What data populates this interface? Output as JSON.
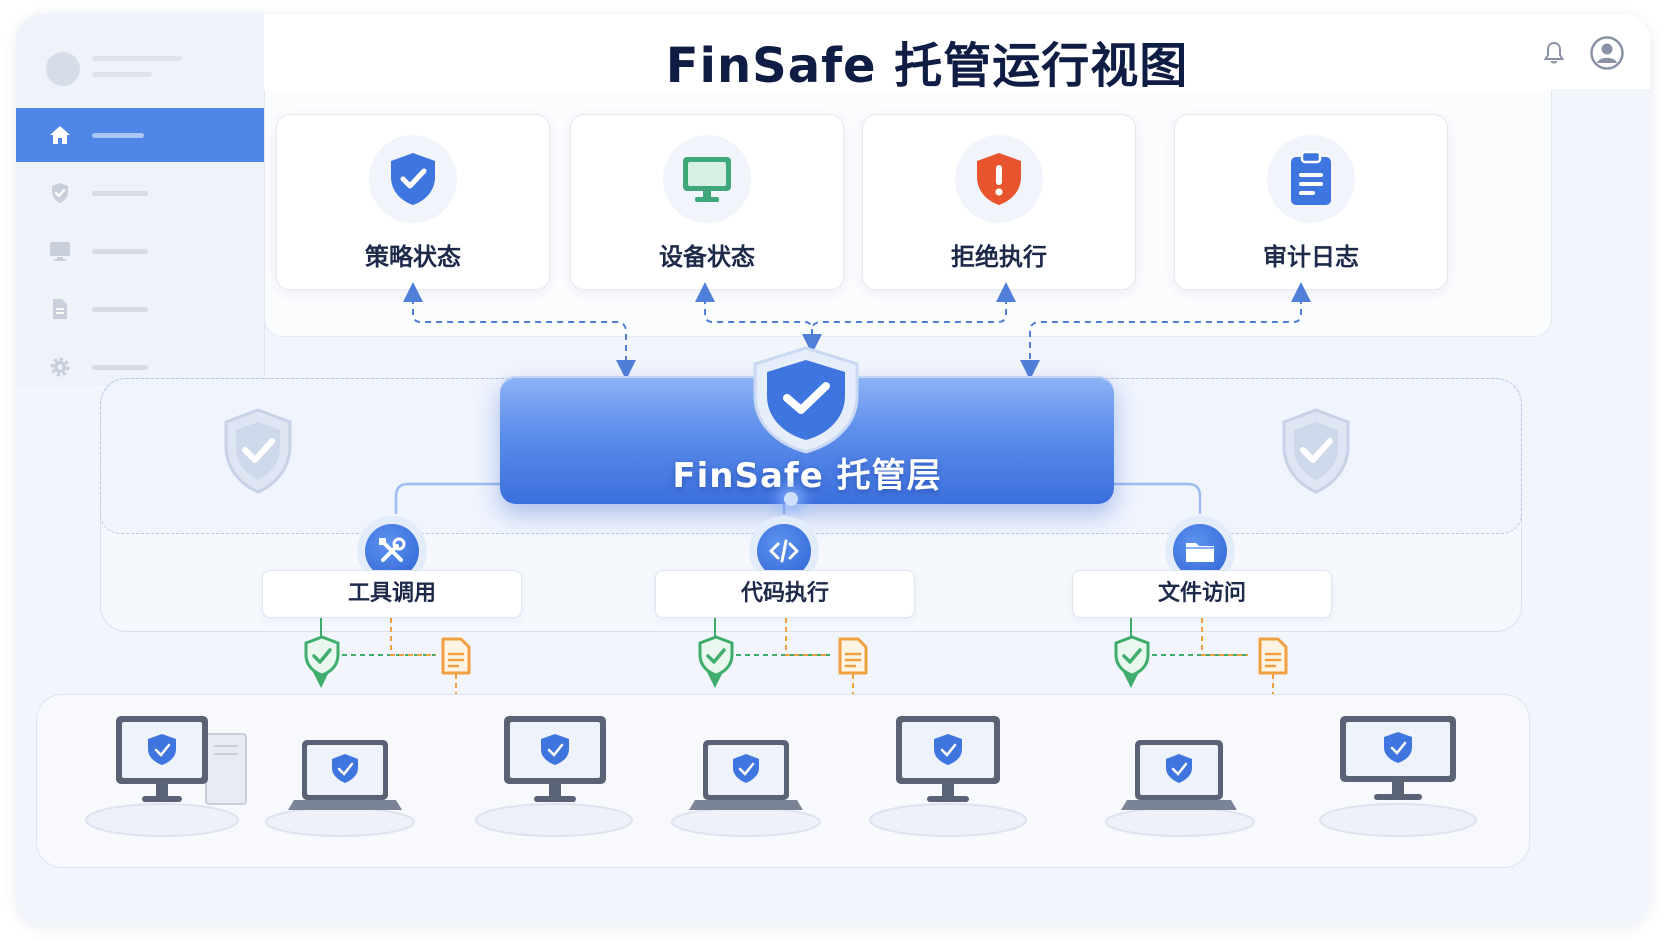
{
  "title": "FinSafe 托管运行视图",
  "colors": {
    "primary": "#4f86e8",
    "hub": "#3b6fdc",
    "success": "#3fae6d",
    "warning": "#f0a040",
    "danger": "#e8542e",
    "text": "#1e2a4a"
  },
  "sidebar": {
    "items": [
      {
        "icon": "home-icon",
        "active": true
      },
      {
        "icon": "shield-check-icon",
        "active": false
      },
      {
        "icon": "monitor-icon",
        "active": false
      },
      {
        "icon": "document-icon",
        "active": false
      },
      {
        "icon": "gear-icon",
        "active": false
      }
    ]
  },
  "header": {
    "icons": [
      "bell-icon",
      "user-avatar-icon"
    ]
  },
  "status_cards": [
    {
      "label": "策略状态",
      "icon": "shield-check-icon"
    },
    {
      "label": "设备状态",
      "icon": "monitor-icon"
    },
    {
      "label": "拒绝执行",
      "icon": "alert-shield-icon"
    },
    {
      "label": "审计日志",
      "icon": "clipboard-icon"
    }
  ],
  "hub": {
    "label": "FinSafe 托管层",
    "icon": "shield-check-icon"
  },
  "capabilities": [
    {
      "label": "工具调用",
      "icon": "tools-icon"
    },
    {
      "label": "代码执行",
      "icon": "code-icon"
    },
    {
      "label": "文件访问",
      "icon": "folder-icon"
    }
  ],
  "devices": [
    {
      "type": "desktop-with-tower"
    },
    {
      "type": "laptop"
    },
    {
      "type": "desktop"
    },
    {
      "type": "laptop"
    },
    {
      "type": "desktop"
    },
    {
      "type": "laptop"
    },
    {
      "type": "desktop"
    }
  ]
}
